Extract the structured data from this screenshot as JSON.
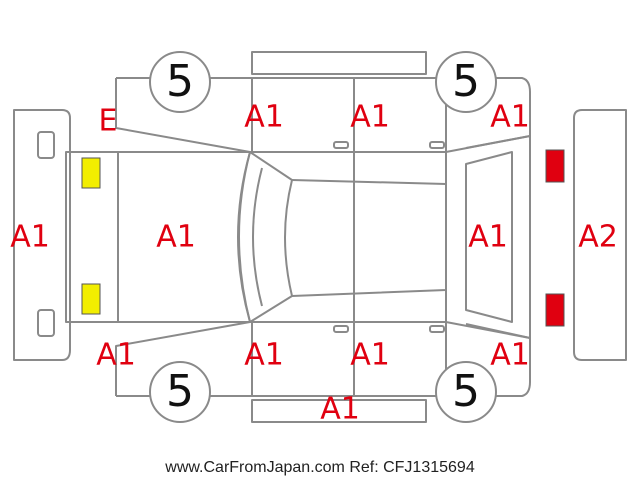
{
  "labels": {
    "front_bumper": "A1",
    "front_left_fender": "E",
    "front_left_door": "A1",
    "rear_left_door": "A1",
    "rear_left_quarter": "A1",
    "hood": "A1",
    "trunk": "A1",
    "rear_bumper": "A2",
    "front_right_fender": "A1",
    "front_right_door": "A1",
    "rear_right_door": "A1",
    "rear_right_quarter": "A1",
    "right_rocker_panel": "A1"
  },
  "tires": {
    "front_left": "5",
    "rear_left": "5",
    "front_right": "5",
    "rear_right": "5"
  },
  "lamps": {
    "front_upper_color": "#f2ee00",
    "front_lower_color": "#f2ee00",
    "rear_upper_color": "#e00010",
    "rear_lower_color": "#e00010"
  },
  "colors": {
    "label": "#e00010",
    "outline": "#8a8a8a"
  },
  "watermark": "www.CarFromJapan.com Ref: CFJ1315694"
}
